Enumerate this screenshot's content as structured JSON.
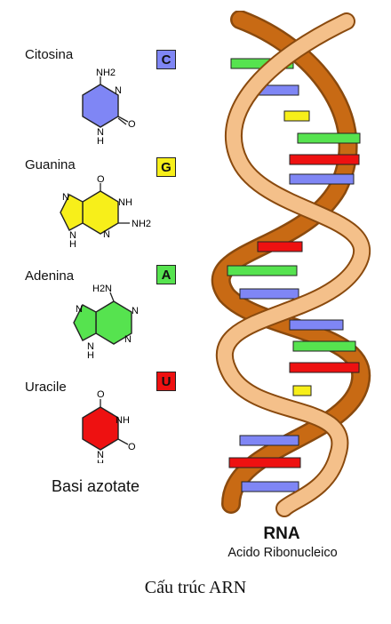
{
  "colors": {
    "cytosine": "#7f86f5",
    "guanine": "#f7ef1a",
    "adenine": "#56e34f",
    "uracil": "#ee1111",
    "backbone": "#c86a14",
    "backbone_light": "#f4c08a"
  },
  "bases": [
    {
      "name": "Citosina",
      "letter": "C",
      "labels": [
        "NH2",
        "N",
        "O",
        "N",
        "H"
      ]
    },
    {
      "name": "Guanina",
      "letter": "G",
      "labels": [
        "O",
        "N",
        "NH",
        "NH2",
        "N",
        "N",
        "H"
      ]
    },
    {
      "name": "Adenina",
      "letter": "A",
      "labels": [
        "H2N",
        "N",
        "N",
        "N",
        "N",
        "H"
      ]
    },
    {
      "name": "Uracile",
      "letter": "U",
      "labels": [
        "O",
        "NH",
        "O",
        "N",
        "H"
      ]
    }
  ],
  "legend_title": "Basi azotate",
  "rna": {
    "title": "RNA",
    "subtitle": "Acido Ribonucleico"
  },
  "caption": "Cấu trúc ARN"
}
